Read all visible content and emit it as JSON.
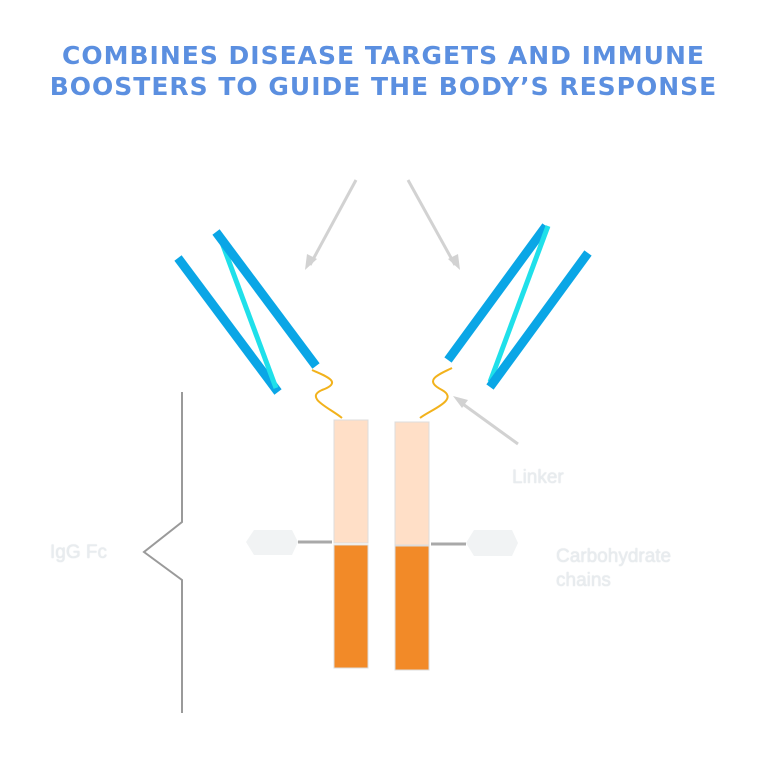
{
  "title": {
    "line1": "COMBINES DISEASE TARGETS AND IMMUNE",
    "line2": "BOOSTERS TO GUIDE THE BODY’S RESPONSE"
  },
  "labels": {
    "linker": "Linker",
    "fc": "IgG Fc",
    "carbohydrate_line1": "Carbohydrate",
    "carbohydrate_line2": "chains"
  },
  "colors": {
    "title": "#5b8fe0",
    "scfv_dark": "#0aa6e6",
    "scfv_light": "#1fe0ea",
    "linker": "#f2b21c",
    "hinge_ch2": "#ffdfc7",
    "ch3": "#f28a28",
    "bracket": "#9a9a9a",
    "arrow": "#d2d2d2",
    "carbohydrate": "#f1f3f4"
  }
}
